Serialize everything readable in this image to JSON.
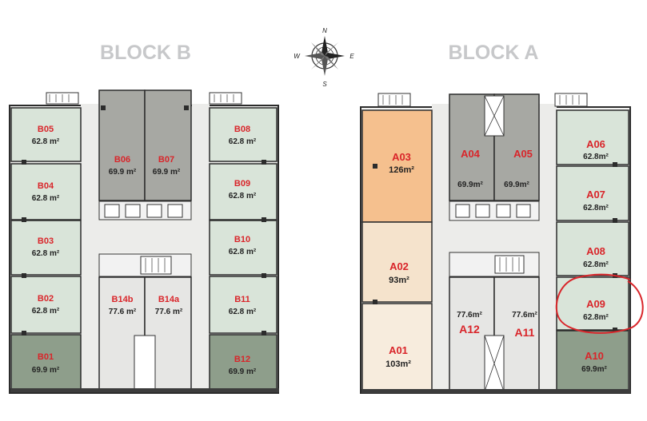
{
  "blocks": {
    "b": {
      "title": "BLOCK B"
    },
    "a": {
      "title": "BLOCK A"
    }
  },
  "compass": {
    "n": "N",
    "s": "S",
    "e": "E",
    "w": "W"
  },
  "area_unit": "m²",
  "units": {
    "B05": {
      "label": "B05",
      "area": "62.8 m²"
    },
    "B04": {
      "label": "B04",
      "area": "62.8 m²"
    },
    "B03": {
      "label": "B03",
      "area": "62.8 m²"
    },
    "B02": {
      "label": "B02",
      "area": "62.8 m²"
    },
    "B01": {
      "label": "B01",
      "area": "69.9 m²"
    },
    "B06": {
      "label": "B06",
      "area": "69.9 m²"
    },
    "B07": {
      "label": "B07",
      "area": "69.9 m²"
    },
    "B08": {
      "label": "B08",
      "area": "62.8 m²"
    },
    "B09": {
      "label": "B09",
      "area": "62.8 m²"
    },
    "B10": {
      "label": "B10",
      "area": "62.8 m²"
    },
    "B11": {
      "label": "B11",
      "area": "62.8 m²"
    },
    "B12": {
      "label": "B12",
      "area": "69.9 m²"
    },
    "B14b": {
      "label": "B14b",
      "area": "77.6 m²"
    },
    "B14a": {
      "label": "B14a",
      "area": "77.6 m²"
    },
    "A03": {
      "label": "A03",
      "area": "126m²"
    },
    "A02": {
      "label": "A02",
      "area": "93m²"
    },
    "A01": {
      "label": "A01",
      "area": "103m²"
    },
    "A04": {
      "label": "A04",
      "area": "69.9m²"
    },
    "A05": {
      "label": "A05",
      "area": "69.9m²"
    },
    "A06": {
      "label": "A06",
      "area": "62.8m²"
    },
    "A07": {
      "label": "A07",
      "area": "62.8m²"
    },
    "A08": {
      "label": "A08",
      "area": "62.8m²"
    },
    "A09": {
      "label": "A09",
      "area": "62.8m²"
    },
    "A10": {
      "label": "A10",
      "area": "69.9m²"
    },
    "A12": {
      "label": "A12",
      "area": "77.6m²"
    },
    "A11": {
      "label": "A11",
      "area": "77.6m²"
    }
  },
  "colors": {
    "unit_green": "#d9e4d9",
    "unit_dark_green": "#8e9e8b",
    "unit_gray": "#a7a8a3",
    "unit_light_gray": "#e6e6e4",
    "unit_orange": "#f5c08e",
    "unit_peach": "#f5e3cc",
    "unit_cream": "#f7ecdd",
    "wall": "#2c2c2c",
    "label_red": "#d9252a",
    "highlight_circle": "#d9252a"
  },
  "highlighted_unit": "A09"
}
